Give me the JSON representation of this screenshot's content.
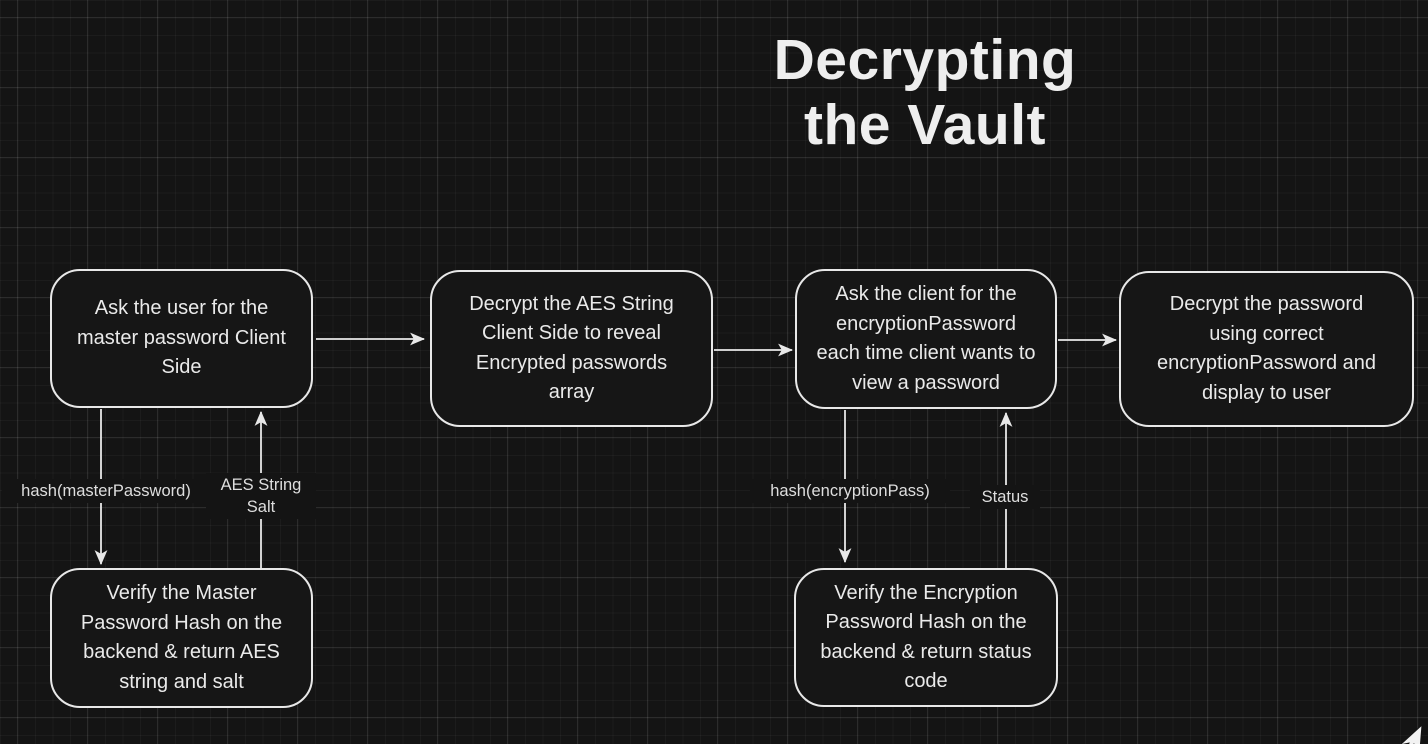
{
  "title": {
    "line1": "Decrypting",
    "line2": "the Vault"
  },
  "nodes": [
    {
      "id": "ask-master-password",
      "text": "Ask the user for the master password Client Side"
    },
    {
      "id": "decrypt-aes-string",
      "text": "Decrypt the AES String Client Side to reveal Encrypted passwords array"
    },
    {
      "id": "ask-encryption-password",
      "text": "Ask the client for the encryptionPassword each time client wants to view a password"
    },
    {
      "id": "decrypt-display-password",
      "text": "Decrypt the password using correct encryptionPassword and display to user"
    },
    {
      "id": "verify-master-hash",
      "text": "Verify the Master Password Hash on the backend & return AES string and salt"
    },
    {
      "id": "verify-encryption-hash",
      "text": "Verify the Encryption Password Hash on the backend & return status code"
    }
  ],
  "edge_labels": [
    {
      "id": "hash-master-password",
      "text": "hash(masterPassword)"
    },
    {
      "id": "aes-string-salt",
      "text": "AES String Salt"
    },
    {
      "id": "hash-encryption-pass",
      "text": "hash(encryptionPass)"
    },
    {
      "id": "status",
      "text": "Status"
    }
  ],
  "colors": {
    "canvas_background": "#141414",
    "node_fill": "#161616",
    "stroke": "#e8e8e8",
    "node_text": "#eaeaea",
    "title_text": "#eeeeee",
    "label_text": "#dedede"
  }
}
